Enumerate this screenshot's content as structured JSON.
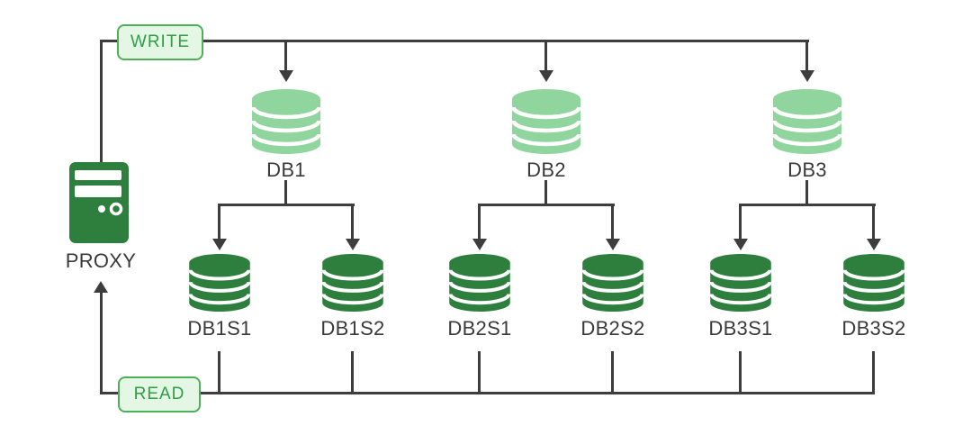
{
  "diagram": {
    "proxy": {
      "label": "PROXY",
      "icon": "server-icon"
    },
    "write_badge": {
      "label": "WRITE"
    },
    "read_badge": {
      "label": "READ"
    },
    "masters": [
      {
        "label": "DB1",
        "icon": "database-icon"
      },
      {
        "label": "DB2",
        "icon": "database-icon"
      },
      {
        "label": "DB3",
        "icon": "database-icon"
      }
    ],
    "slaves": [
      {
        "label": "DB1S1",
        "icon": "database-icon"
      },
      {
        "label": "DB1S2",
        "icon": "database-icon"
      },
      {
        "label": "DB2S1",
        "icon": "database-icon"
      },
      {
        "label": "DB2S2",
        "icon": "database-icon"
      },
      {
        "label": "DB3S1",
        "icon": "database-icon"
      },
      {
        "label": "DB3S2",
        "icon": "database-icon"
      }
    ],
    "colors": {
      "master_db_fill": "#90d59e",
      "replica_db_fill": "#2e7f3e",
      "proxy_fill": "#2e7f3e",
      "connector_line": "#3d3d3d",
      "badge_fill": "#e4f7e5",
      "badge_border": "#4fae59",
      "badge_text": "#2f9e44",
      "label_text": "#3a3a3a",
      "background": "#ffffff"
    }
  }
}
